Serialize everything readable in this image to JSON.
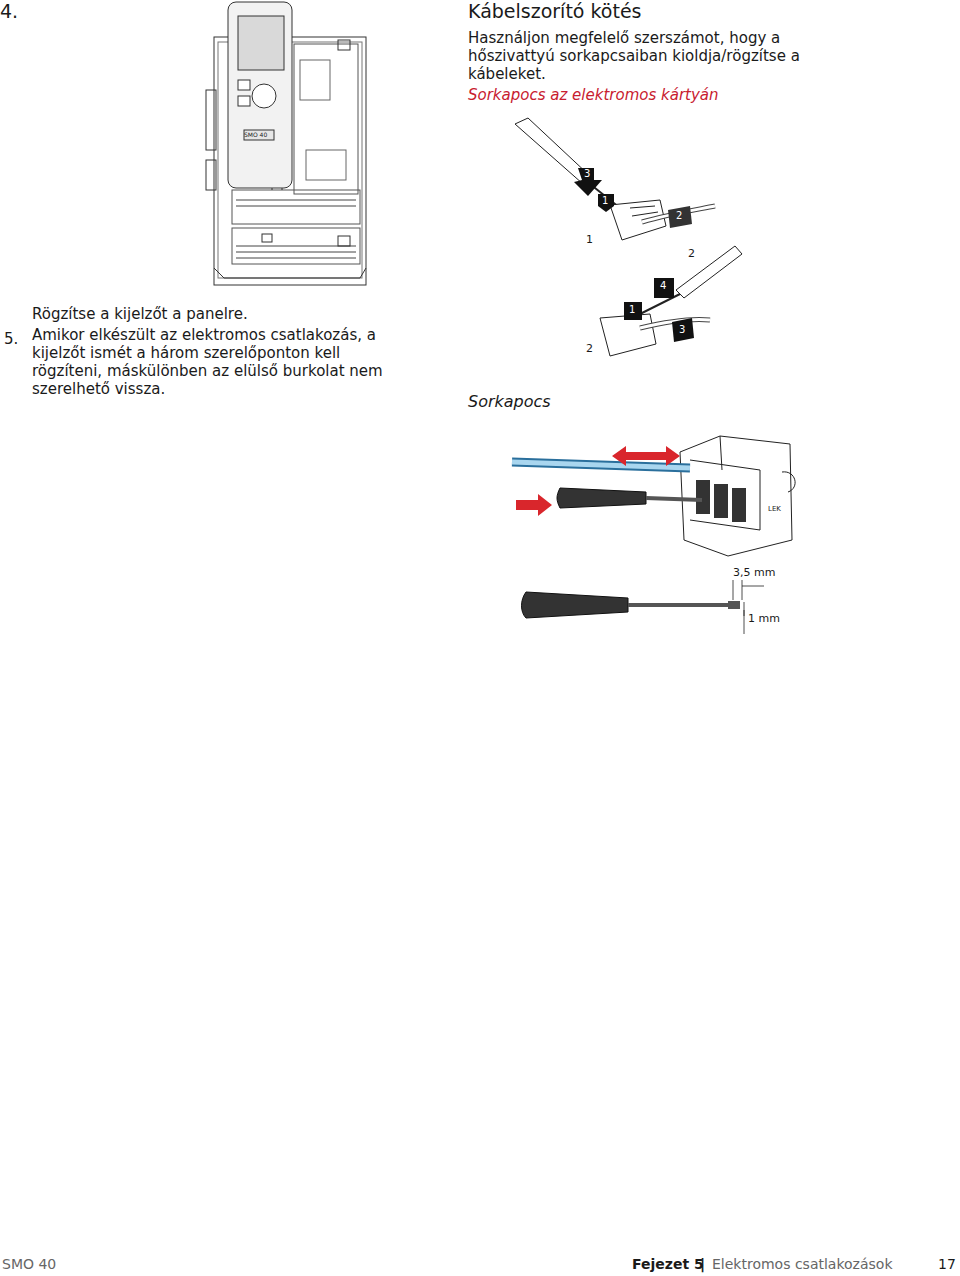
{
  "diagram": {
    "title": "Kábelszorító kötés",
    "labels": [
      "4.",
      "Használjon megfelelő szerszámot, hogy a hőszivattyú sorkapcsaiban kioldja/rögzítse a kábeleket.",
      "Sorkapocs az elektromos kártyán",
      "SMO 40",
      "3",
      "1",
      "2",
      "1",
      "2",
      "Rögzítse a kijelzőt a panelre.",
      "5.",
      "Amikor elkészült az elektromos csatlakozás, a kijelzőt ismét a három szerelőponton kell rögzíteni, máskülönben az elülső burkolat nem szerelhető vissza.",
      "4",
      "1",
      "3",
      "2",
      "Sorkapocs",
      "LEK",
      "3,5 mm",
      "1 mm",
      "SMO 40",
      "Fejezet 5",
      "|",
      "Elektromos csatlakozások",
      "17"
    ]
  }
}
